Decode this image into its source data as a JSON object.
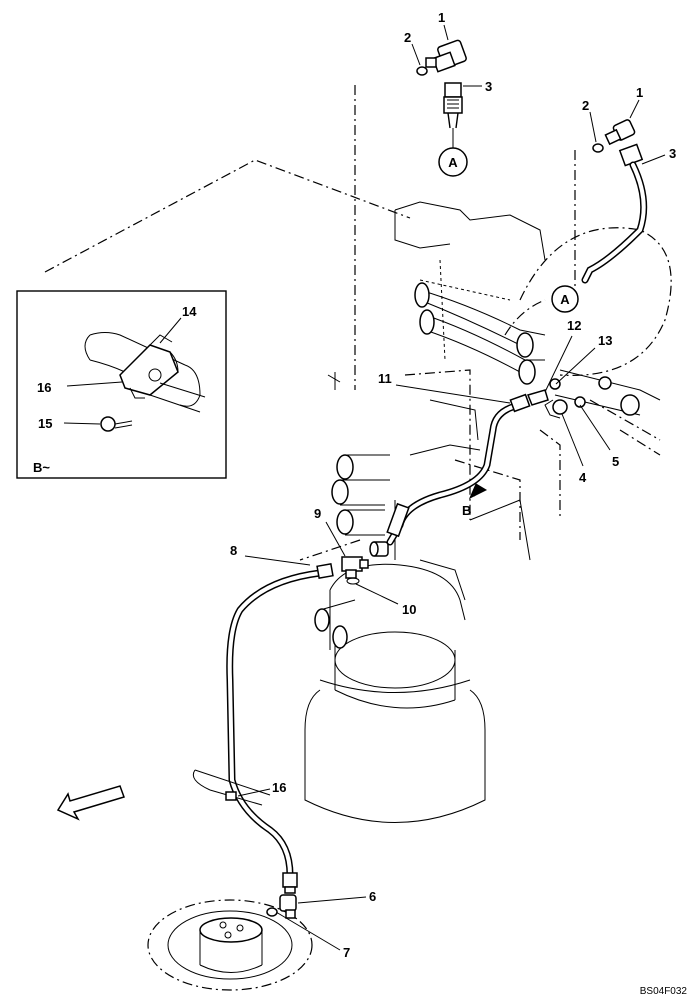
{
  "diagram": {
    "drawing_code": "BS04F032",
    "detail_label": "B~",
    "view_marker": "B",
    "connector_marker": "A",
    "callouts": [
      "1",
      "2",
      "3",
      "4",
      "5",
      "6",
      "7",
      "8",
      "9",
      "10",
      "11",
      "12",
      "13",
      "14",
      "15",
      "16"
    ]
  }
}
